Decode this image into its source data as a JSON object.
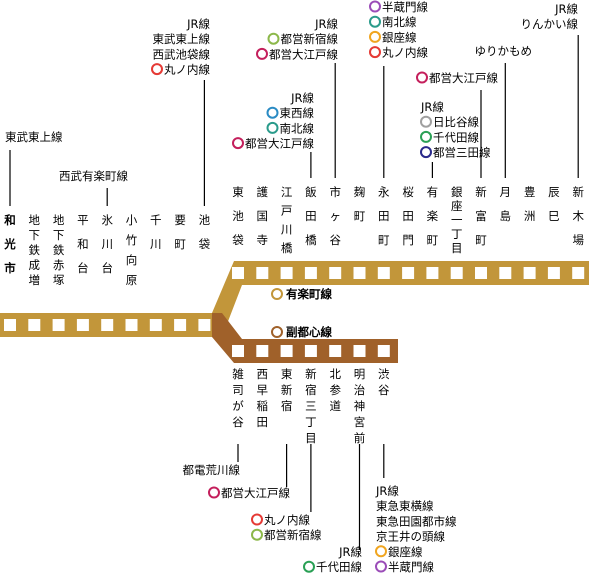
{
  "colors": {
    "yurakucho": "#c2963a",
    "fukutoshin": "#a0612a",
    "jr": "#000000",
    "hanzomon": "#9b4db8",
    "namboku": "#2a9b8b",
    "ginza": "#f0a520",
    "marunouchi": "#e53a35",
    "oedo": "#c41f5c",
    "shinjuku": "#8cb84a",
    "tozai": "#2a8bc4",
    "hibiya": "#a0a0a0",
    "chiyoda": "#2aa055",
    "mita": "#2a2a8b"
  },
  "lines": {
    "yurakucho": "有楽町線",
    "fukutoshin": "副都心線"
  },
  "shared_stations": [
    {
      "name": "和光市",
      "transfers": [
        {
          "text": "東武東上線"
        }
      ]
    },
    {
      "name": "地下鉄成増",
      "transfers": []
    },
    {
      "name": "地下鉄赤塚",
      "transfers": []
    },
    {
      "name": "平和台",
      "transfers": []
    },
    {
      "name": "氷川台",
      "transfers": [
        {
          "text": "西武有楽町線"
        }
      ]
    },
    {
      "name": "小竹向原",
      "transfers": []
    },
    {
      "name": "千川",
      "transfers": []
    },
    {
      "name": "要町",
      "transfers": []
    },
    {
      "name": "池袋",
      "transfers": [
        {
          "text": "JR線"
        },
        {
          "text": "東武東上線"
        },
        {
          "text": "西武池袋線"
        },
        {
          "text": "丸ノ内線",
          "icon": "marunouchi"
        }
      ]
    }
  ],
  "yurakucho_stations": [
    {
      "name": "東池袋",
      "transfers": []
    },
    {
      "name": "護国寺",
      "transfers": []
    },
    {
      "name": "江戸川橋",
      "transfers": []
    },
    {
      "name": "飯田橋",
      "transfers": [
        {
          "text": "JR線"
        },
        {
          "text": "東西線",
          "icon": "tozai"
        },
        {
          "text": "南北線",
          "icon": "namboku"
        },
        {
          "text": "都営大江戸線",
          "icon": "oedo"
        }
      ]
    },
    {
      "name": "市ヶ谷",
      "transfers": [
        {
          "text": "JR線"
        },
        {
          "text": "都営新宿線",
          "icon": "shinjuku"
        },
        {
          "text": "都営大江戸線",
          "icon": "oedo"
        }
      ]
    },
    {
      "name": "麹町",
      "transfers": []
    },
    {
      "name": "永田町",
      "transfers": [
        {
          "text": "半蔵門線",
          "icon": "hanzomon"
        },
        {
          "text": "南北線",
          "icon": "namboku"
        },
        {
          "text": "銀座線",
          "icon": "ginza"
        },
        {
          "text": "丸ノ内線",
          "icon": "marunouchi"
        }
      ]
    },
    {
      "name": "桜田門",
      "transfers": []
    },
    {
      "name": "有楽町",
      "transfers": [
        {
          "text": "JR線"
        },
        {
          "text": "日比谷線",
          "icon": "hibiya"
        },
        {
          "text": "千代田線",
          "icon": "chiyoda"
        },
        {
          "text": "都営三田線",
          "icon": "mita"
        }
      ]
    },
    {
      "name": "銀座一丁目",
      "transfers": []
    },
    {
      "name": "新富町",
      "transfers": [
        {
          "text": "都営大江戸線",
          "icon": "oedo"
        }
      ]
    },
    {
      "name": "月島",
      "transfers": [
        {
          "text": "ゆりかもめ"
        }
      ]
    },
    {
      "name": "豊洲",
      "transfers": []
    },
    {
      "name": "辰巳",
      "transfers": []
    },
    {
      "name": "新木場",
      "transfers": [
        {
          "text": "JR線"
        },
        {
          "text": "りんかい線"
        }
      ]
    }
  ],
  "fukutoshin_stations": [
    {
      "name": "雑司が谷",
      "transfers": [
        {
          "text": "都電荒川線"
        }
      ]
    },
    {
      "name": "西早稲田",
      "transfers": []
    },
    {
      "name": "東新宿",
      "transfers": [
        {
          "text": "都営大江戸線",
          "icon": "oedo"
        }
      ]
    },
    {
      "name": "新宿三丁目",
      "transfers": [
        {
          "text": "丸ノ内線",
          "icon": "marunouchi"
        },
        {
          "text": "都営新宿線",
          "icon": "shinjuku"
        }
      ]
    },
    {
      "name": "北参道",
      "transfers": []
    },
    {
      "name": "明治神宮前",
      "transfers": [
        {
          "text": "JR線"
        },
        {
          "text": "千代田線",
          "icon": "chiyoda"
        }
      ]
    },
    {
      "name": "渋谷",
      "transfers": [
        {
          "text": "JR線"
        },
        {
          "text": "東急東横線"
        },
        {
          "text": "東急田園都市線"
        },
        {
          "text": "京王井の頭線"
        },
        {
          "text": "銀座線",
          "icon": "ginza"
        },
        {
          "text": "半蔵門線",
          "icon": "hanzomon"
        }
      ]
    }
  ]
}
